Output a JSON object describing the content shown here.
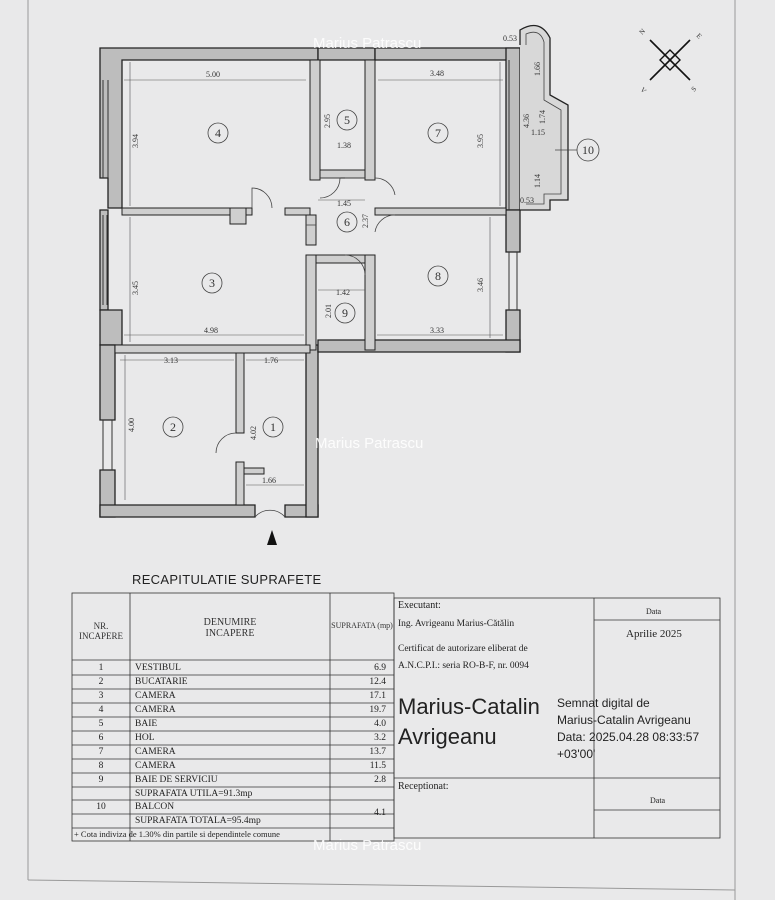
{
  "watermark": "Marius Patrascu",
  "plan": {
    "rooms": [
      "1",
      "2",
      "3",
      "4",
      "5",
      "6",
      "7",
      "8",
      "9",
      "10"
    ],
    "dims": {
      "r4_w": "5.00",
      "r4_h": "3.94",
      "r5_h": "2.95",
      "r5_w": "1.38",
      "r7_w": "3.48",
      "r7_h": "3.95",
      "r6_w": "1.45",
      "r6_h": "2.37",
      "r3_h": "3.45",
      "r3_w": "4.98",
      "r8_h": "3.46",
      "r8_w": "3.33",
      "r9_h": "2.01",
      "r9_w": "1.42",
      "r2_w": "3.13",
      "r2_h": "4.00",
      "r1_w": "1.76",
      "r1_h": "4.02",
      "r1_door": "1.66",
      "b_top": "0.53",
      "b_a": "1.66",
      "b_b": "4.36",
      "b_c": "1.74",
      "b_d": "1.15",
      "b_e": "1.14",
      "b_f": "0.53"
    }
  },
  "table": {
    "title": "RECAPITULATIE SUPRAFETE",
    "col_nr": "NR. INCAPERE",
    "col_name": "DENUMIRE INCAPERE",
    "col_area": "SUPRAFATA (mp)",
    "rows": [
      {
        "nr": "1",
        "name": "VESTIBUL",
        "area": "6.9"
      },
      {
        "nr": "2",
        "name": "BUCATARIE",
        "area": "12.4"
      },
      {
        "nr": "3",
        "name": "CAMERA",
        "area": "17.1"
      },
      {
        "nr": "4",
        "name": "CAMERA",
        "area": "19.7"
      },
      {
        "nr": "5",
        "name": "BAIE",
        "area": "4.0"
      },
      {
        "nr": "6",
        "name": "HOL",
        "area": "3.2"
      },
      {
        "nr": "7",
        "name": "CAMERA",
        "area": "13.7"
      },
      {
        "nr": "8",
        "name": "CAMERA",
        "area": "11.5"
      },
      {
        "nr": "9",
        "name": "BAIE DE SERVICIU",
        "area": "2.8"
      }
    ],
    "util_label": "SUPRAFATA UTILA=91.3mp",
    "balcon": {
      "nr": "10",
      "name": "BALCON",
      "area": "4.1"
    },
    "total_label": "SUPRAFATA TOTALA=95.4mp",
    "note": "+ Cota indiviza de 1.30% din partile si dependintele comune"
  },
  "stamp": {
    "executant": "Executant:",
    "data_label": "Data",
    "date": "Aprilie 2025",
    "engineer": "Ing. Avrigeanu Marius-Cătălin",
    "cert1": "Certificat de autorizare eliberat de",
    "cert2": "A.N.C.P.I.: seria RO-B-F, nr. 0094",
    "sig_name1": "Marius-Catalin",
    "sig_name2": "Avrigeanu",
    "sig_text": "Semnat digital de\nMarius-Catalin Avrigeanu\nData: 2025.04.28 08:33:57\n+03'00'",
    "receptionat": "Receptionat:",
    "data_label2": "Data"
  }
}
